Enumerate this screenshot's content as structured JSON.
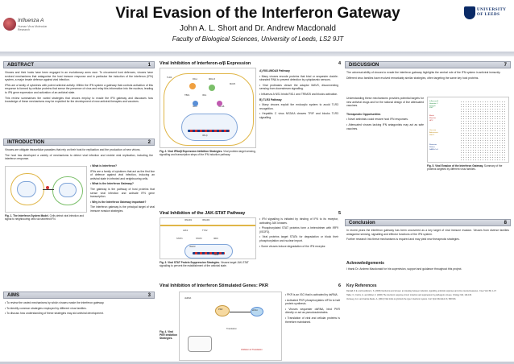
{
  "header": {
    "title": "Viral Evasion of the Interferon Gateway",
    "authors": "John A. L. Short and Dr. Andrew Macdonald",
    "affiliation": "Faculty of Biological Sciences, University of Leeds, LS2 9JT",
    "logo_left_name": "Influenza A",
    "logo_left_sub": "Human Virus Molecular Research",
    "logo_right_word": "UNIVERSITY OF LEEDS"
  },
  "abstract": {
    "heading": "ABSTRACT",
    "number": "1",
    "paragraphs": [
      "Viruses and their hosts have been engaged in an evolutionary arms race. To circumvent host defences, viruses have evolved mechanisms that antagonise the host immune response and in particular the induction of the interferon (IFN) system, a major innate defence against viral infection.",
      "IFNs are a family of cytokines with potent antiviral activity. Within the IFN system a gateway that controls activation of this response is formed by cellular proteins that sense the presence of virus and relay this information into the nucleus, leading to IFN gene expression and activation of an antiviral state.",
      "This review summarises the varied strategies that viruses employ to evade the IFN gateway and discusses how knowledge of these mechanisms may be exploited for the development of new antiviral therapies and vaccines."
    ]
  },
  "introduction": {
    "heading": "INTRODUCTION",
    "number": "2",
    "paragraphs": [
      "Viruses are obligate intracellular parasites that rely on their host for replication and the production of new virions.",
      "The host has developed a variety of mechanisms to detect viral infection and restrict viral replication, including the interferon response."
    ],
    "side_title_1": "• What is Interferon?",
    "side_text_1": "IFNs are a family of cytokines that act as the first line of defence against viral infection, inducing an antiviral state in infected and neighbouring cells.",
    "side_title_2": "• What is the Interferon Gateway?",
    "side_text_2": "The gateway is the pathway of host proteins that sense viral infection and activate IFN gene transcription.",
    "side_title_3": "• Why is the Interferon Gateway important?",
    "side_text_3": "The interferon gateway is the principal target of viral immune evasion strategies.",
    "figure_caption_bold": "Fig. 1. The Interferon System Model.",
    "figure_caption_plain": "Cells detect viral infection and signal to neighbouring cells via secreted IFN."
  },
  "aims": {
    "heading": "AIMS",
    "number": "3",
    "items": [
      "• To review the varied mechanisms by which viruses evade the interferon gateway.",
      "• To identify common strategies employed by different virus families.",
      "• To discuss how understanding of these strategies may aid antiviral development."
    ]
  },
  "fig2": {
    "title": "Viral Inhibition of Interferon-α/β Expression",
    "number": "4",
    "caption_bold": "Fig. 2. Viral IFNα/β Expression Inhibition Strategies.",
    "caption_plain": "Viral proteins target sensing, signalling and transcription steps of the IFN induction pathway.",
    "labels": [
      "TLR3",
      "RIG-I",
      "MDA-5",
      "MAVS",
      "TBK1",
      "IKKε",
      "IRF3",
      "NF-κB",
      "IFN-β"
    ]
  },
  "panel4_text": {
    "items": [
      "A) RIG-I/MDA5 Pathway",
      "• Many viruses encode proteins that bind or sequester double-stranded RNA to prevent detection by cytoplasmic sensors.",
      "• Viral proteases cleave the adaptor MAVS, disconnecting sensing from downstream signalling.",
      "• Influenza A NS1 binds RIG-I and TRIM25 and blocks activation.",
      "B) TLR3 Pathway",
      "• Many viruses exploit the endocytic system to avoid TLR3 recognition.",
      "• Hepatitis C virus NS3/4A cleaves TRIF and blocks TLR3 signalling."
    ]
  },
  "fig3": {
    "title": "Viral Inhibition of the JAK-STAT Pathway",
    "number": "5",
    "caption_bold": "Fig. 3. Viral STAT Protein Suppression Strategies.",
    "caption_plain": "Viruses target JAK-STAT signalling to prevent the establishment of the antiviral state.",
    "labels": [
      "IFNAR1",
      "IFNAR2",
      "JAK1",
      "TYK2",
      "STAT1",
      "STAT2",
      "IRF9",
      "ISGF3",
      "ISRE"
    ]
  },
  "panel5_text": {
    "items": [
      "• IFN signalling is initiated by binding of IFN to its receptor, activating JAK kinases.",
      "• Phosphorylated STAT proteins form a heterotrimer with IRF9 (ISGF3).",
      "• Viral proteins target STATs for degradation or block their phosphorylation and nuclear import.",
      "• Some viruses induce degradation of the IFN receptor."
    ]
  },
  "fig4": {
    "title": "Viral Inhibition of Interferon Stimulated Genes: PKR",
    "number": "6",
    "caption_bold": "Fig. 4. Viral PKR Inhibition Strategies.",
    "caption_plain": "",
    "labels": [
      "dsRNA",
      "PKR",
      "eIF2α",
      "Translation",
      "Inhibition of Translation"
    ]
  },
  "panel6_text": {
    "items": [
      "• PKR is an ISG that is activated by dsRNA.",
      "• Activated PKR phosphorylates eIF2α to halt protein synthesis.",
      "• Viruses sequester dsRNA, bind PKR directly or act as pseudosubstrates.",
      "• Translation of viral and cellular proteins is therefore maintained."
    ]
  },
  "discussion": {
    "heading": "DISCUSSION",
    "number": "7",
    "paragraphs": [
      "The universal ability of viruses to evade the interferon gateway highlights the central role of the IFN system in antiviral immunity.",
      "Different virus families have evolved remarkably similar strategies, often targeting the same key host proteins.",
      "Understanding these mechanisms provides potential targets for new antiviral drugs and for the rational design of live attenuated vaccines."
    ],
    "fig_caption_bold": "Fig. 5. Viral Evasion of the Interferon Gateway.",
    "fig_caption_plain": "Summary of the proteins targeted by different virus families.",
    "therapeutic_title": "Therapeutic Opportunities",
    "therapeutic_items": [
      "• Novel antivirals could restore host IFN responses.",
      "• Attenuated viruses lacking IFN antagonists may act as safe vaccines."
    ]
  },
  "conclusion": {
    "heading": "Conclusion",
    "number": "8",
    "paragraphs": [
      "In recent years the interferon gateway has been uncovered as a key target of viral immune evasion. Viruses from diverse families antagonise sensing, signalling and effector functions of the IFN system.",
      "Further research into these mechanisms is required and may yield new therapeutic strategies."
    ],
    "ack_title": "Acknowledgements",
    "ack_text": "I thank Dr. Andrew Macdonald for his supervision, support and guidance throughout this project.",
    "refs_title": "Key References",
    "refs": [
      "Randall, R.E. and Goodbourn, S. (2008) Interferons and viruses: an interplay between induction, signalling, antiviral responses and virus countermeasures. J Gen Virol 89, 1-47.",
      "Haller, O., Kochs, G. and Weber, F. (2006) The interferon response circuit: induction and suppression by pathogenic viruses. Virology 344, 119-130.",
      "Versteeg, G.A. and Garcia-Sastre, A. (2010) Viral tricks to grid-lock the type I interferon system. Curr Opin Microbiol 13, 508-516."
    ]
  },
  "colors": {
    "panel_head": "#c3c7d1",
    "dna_blue": "#1b3f8b",
    "dna_red": "#d03030",
    "logo_navy": "#0a2a66"
  }
}
